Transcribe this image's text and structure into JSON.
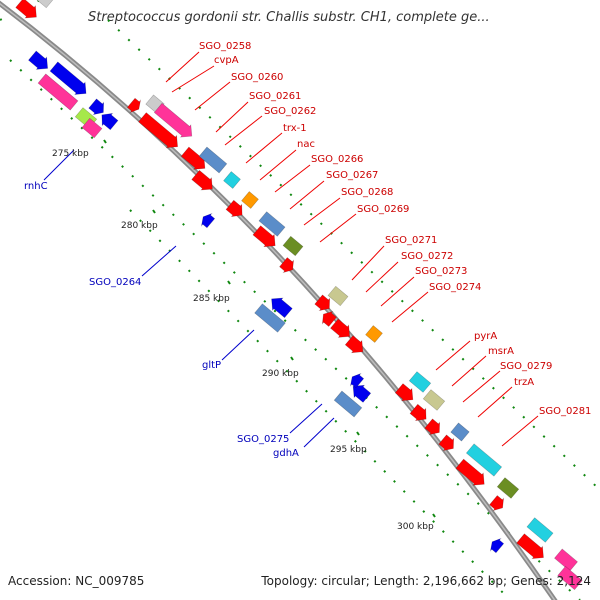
{
  "header": {
    "title": "Streptococcus gordonii str. Challis substr. CH1, complete ge..."
  },
  "footer": {
    "accession": "Accession: NC_009785",
    "topology": "Topology: circular; Length: 2,196,662 bp; Genes: 2,124"
  },
  "colors": {
    "backbone": "#8a8a8a",
    "gene_red": "#ff0000",
    "gene_blue": "#0000ee",
    "gene_magenta": "#ff3399",
    "gene_steel": "#5b8dc9",
    "gene_cyan": "#22d0e0",
    "gene_orange": "#ff9900",
    "gene_olive": "#6b8e23",
    "gene_khaki": "#c8c890",
    "gene_lime": "#a6e84a",
    "gene_grey": "#cccccc",
    "label_forward": "#cc0000",
    "label_reverse": "#0000bb",
    "tick_dots": "#118811"
  },
  "scale": {
    "ticks": [
      "275 kbp",
      "280 kbp",
      "285 kbp",
      "290 kbp",
      "295 kbp",
      "300 kbp"
    ]
  },
  "labels": {
    "forward": [
      "SGO_0258",
      "cvpA",
      "SGO_0260",
      "SGO_0261",
      "SGO_0262",
      "trx-1",
      "nac",
      "SGO_0266",
      "SGO_0267",
      "SGO_0268",
      "SGO_0269",
      "SGO_0271",
      "SGO_0272",
      "SGO_0273",
      "SGO_0274",
      "pyrA",
      "msrA",
      "SGO_0279",
      "trzA",
      "SGO_0281"
    ],
    "reverse": [
      "rnhC",
      "SGO_0264",
      "gltP",
      "SGO_0275",
      "gdhA"
    ]
  }
}
